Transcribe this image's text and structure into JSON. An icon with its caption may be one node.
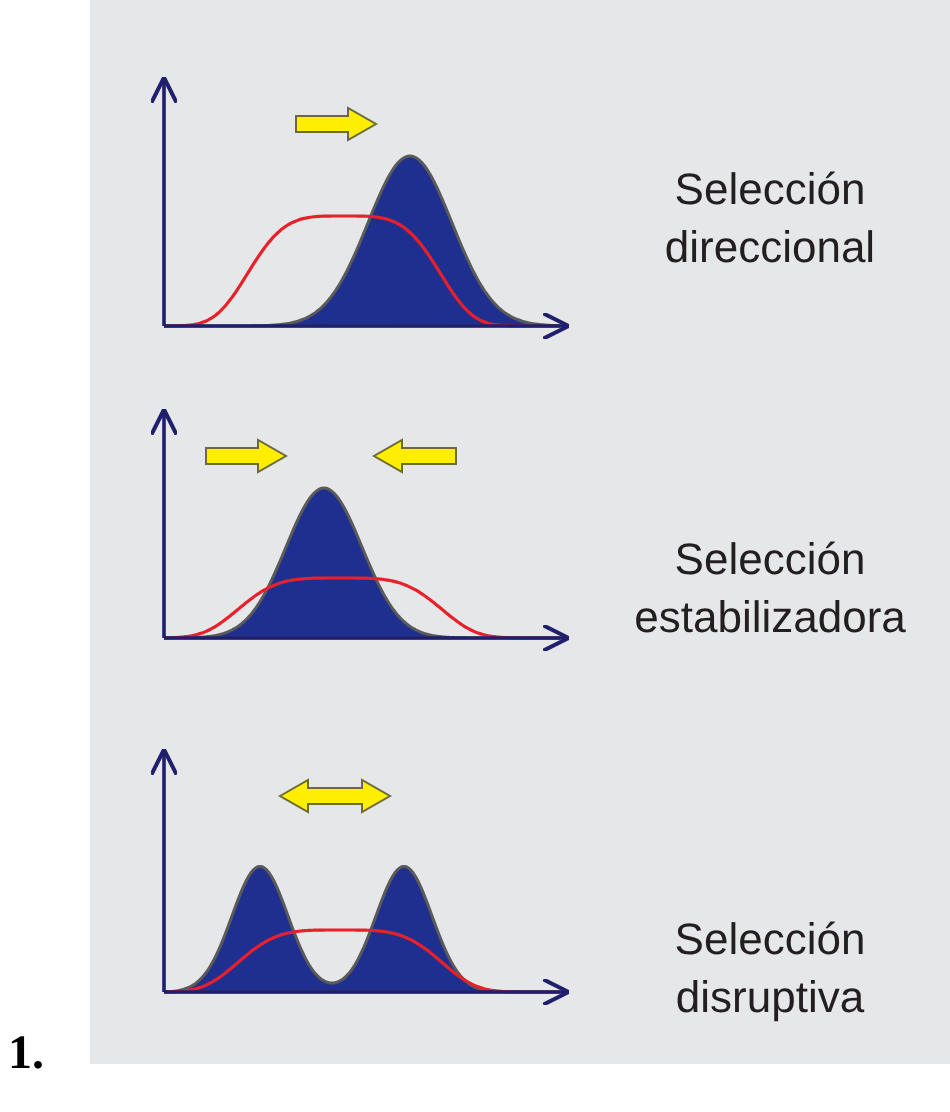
{
  "diagram": {
    "labels": [
      "Selección direccional",
      "Selección estabilizadora",
      "Selección disruptiva",
      "1."
    ]
  }
}
